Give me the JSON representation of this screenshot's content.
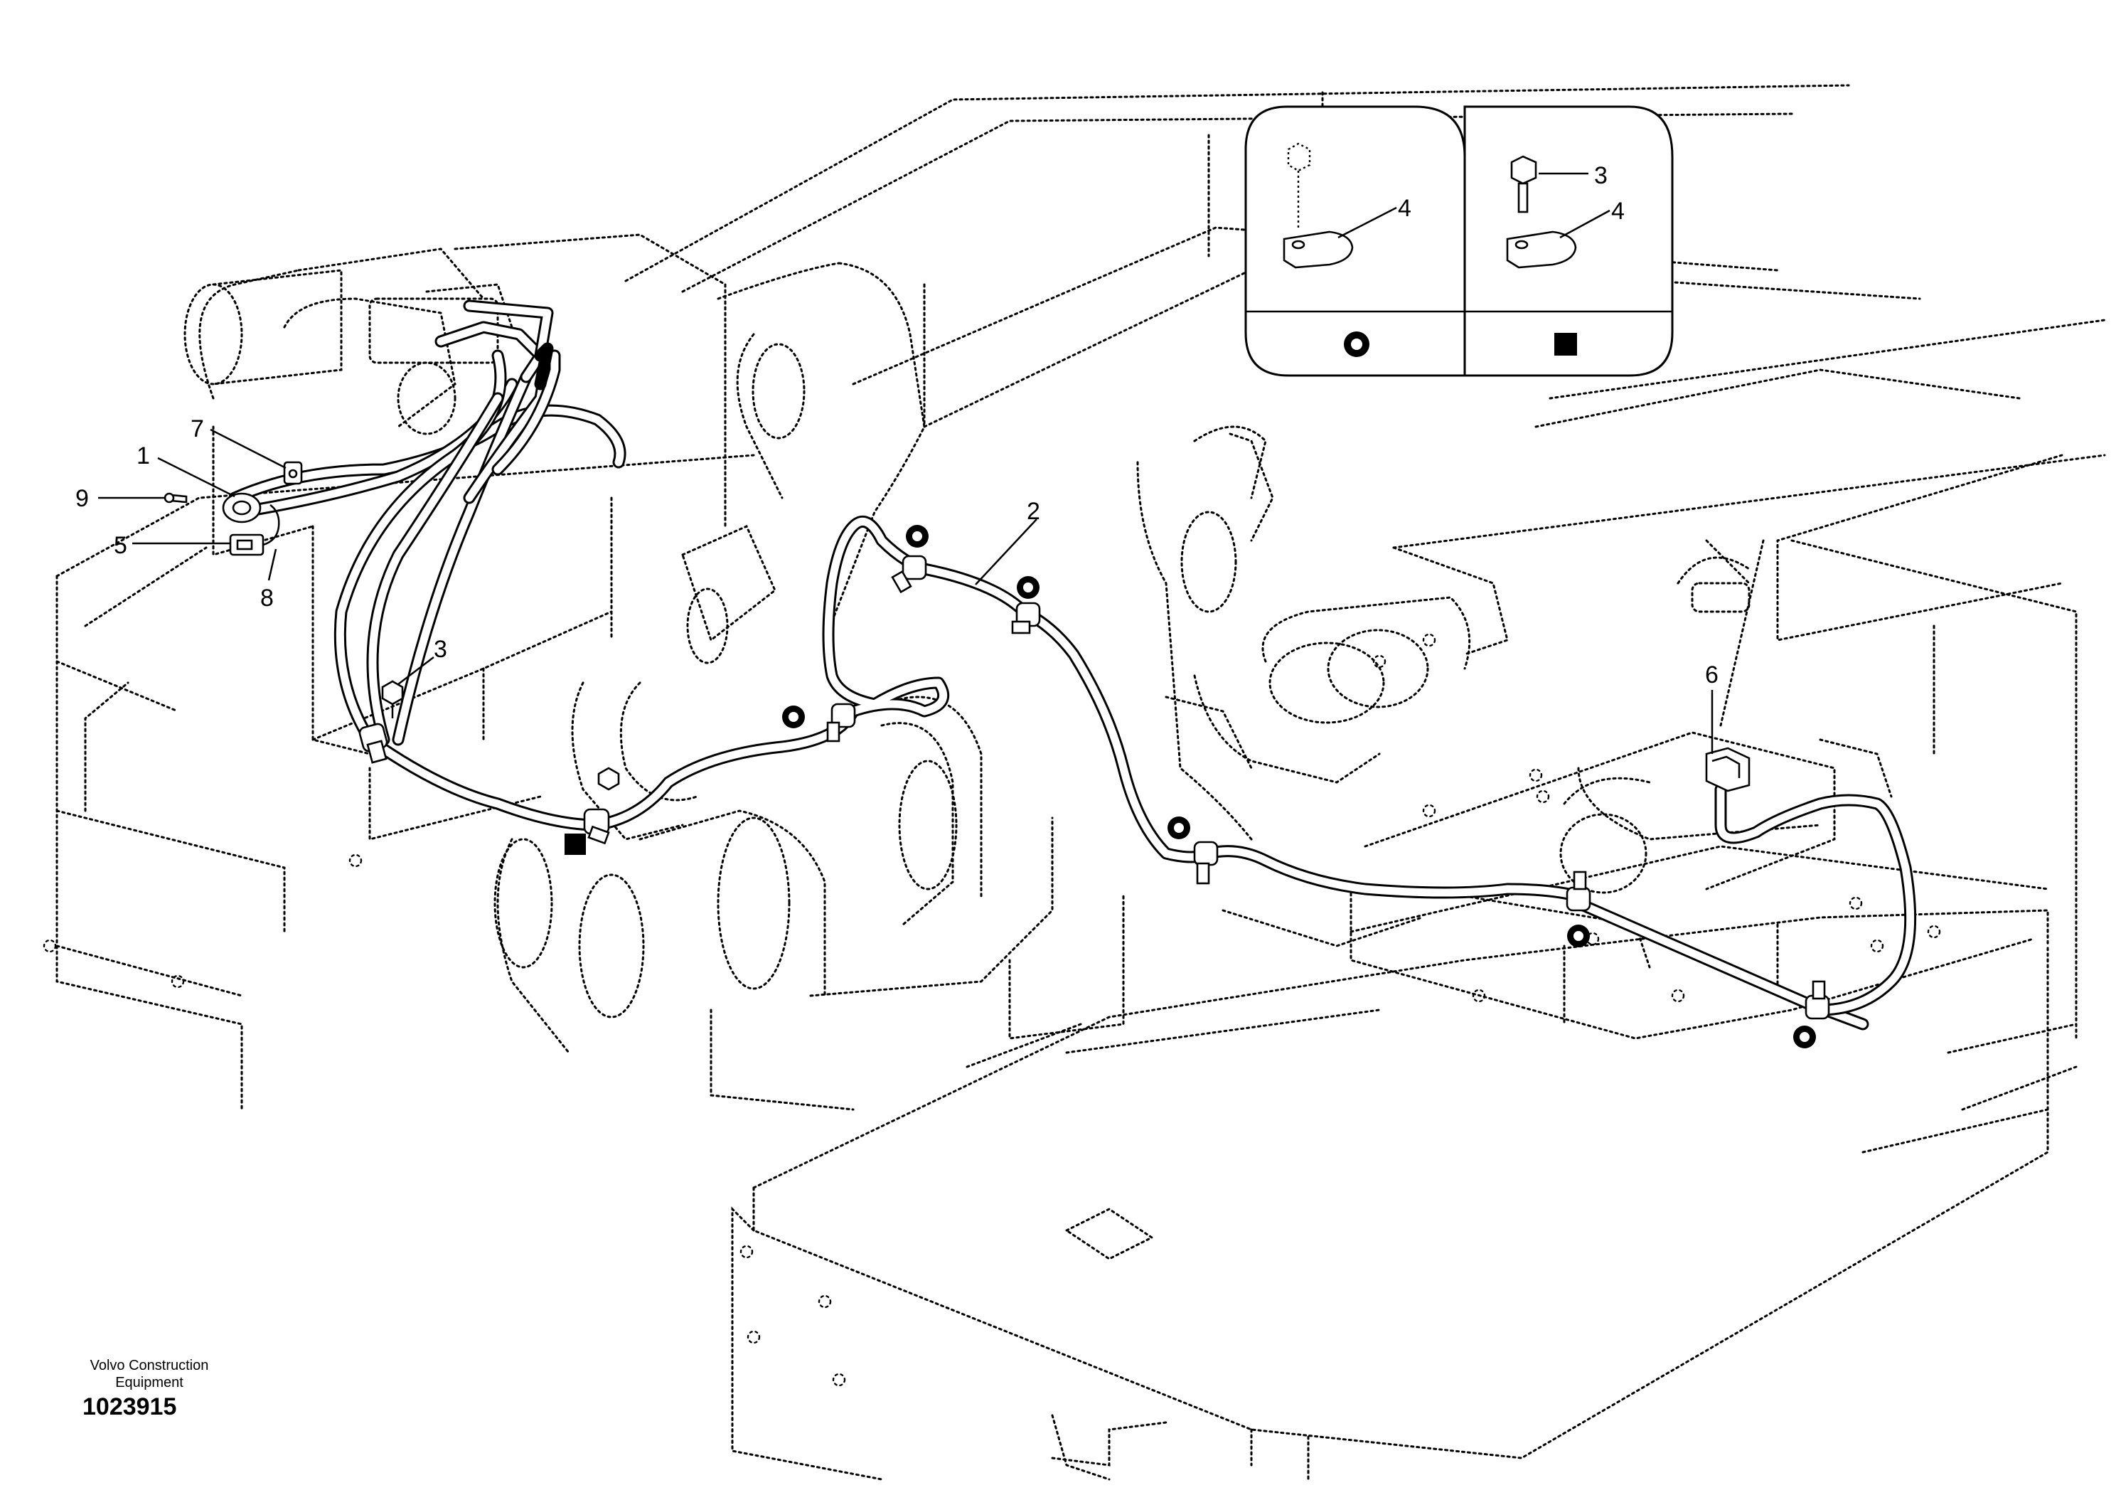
{
  "callouts": {
    "c1": "1",
    "c2": "2",
    "c3_main": "3",
    "c3_inset": "3",
    "c4_left": "4",
    "c4_right": "4",
    "c5": "5",
    "c6": "6",
    "c7": "7",
    "c8": "8",
    "c9": "9"
  },
  "legend": {
    "left_symbol": "circle",
    "right_symbol": "square"
  },
  "footer": {
    "manufacturer": "Volvo Construction Equipment",
    "drawing_number": "1023915"
  }
}
